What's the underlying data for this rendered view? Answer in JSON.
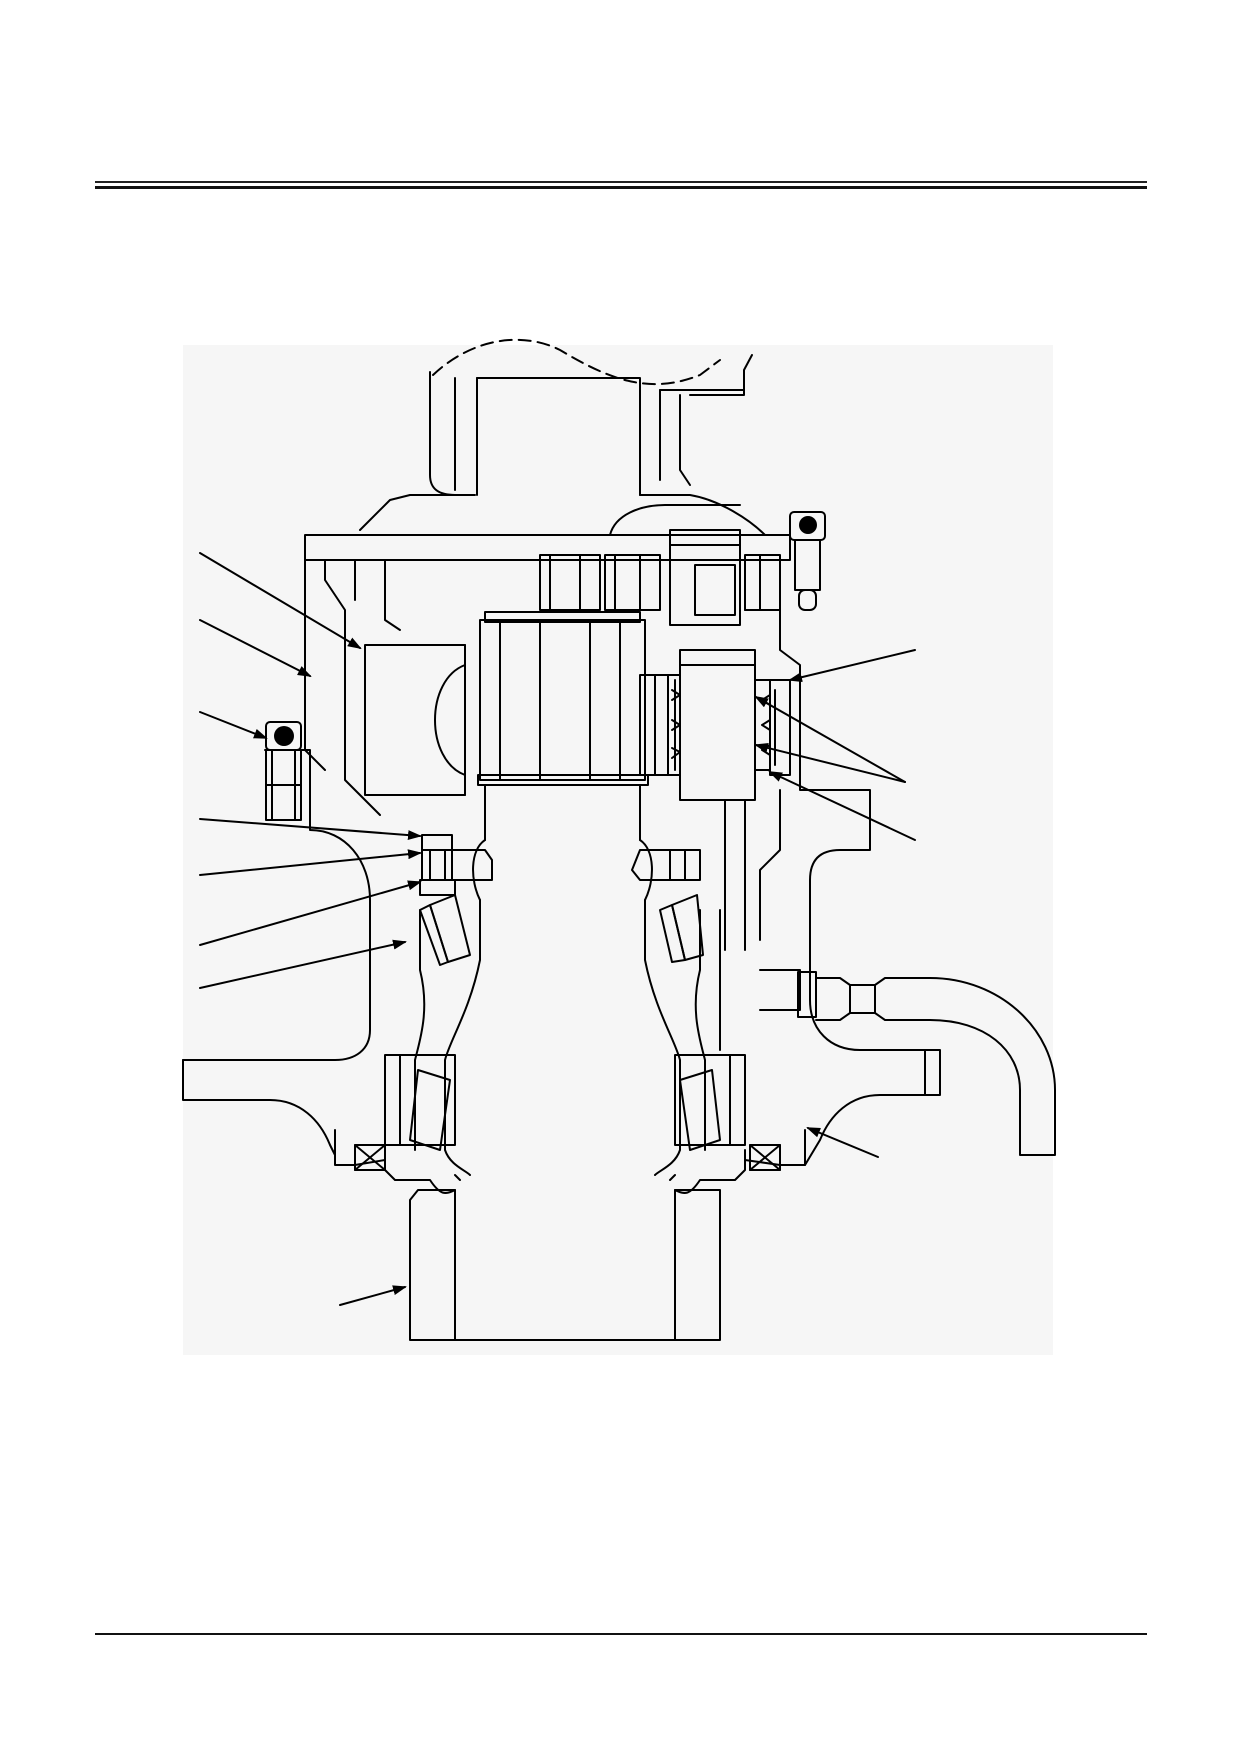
{
  "document": {
    "type": "technical-cross-section",
    "stroke_color": "#000000",
    "background_color": "#ffffff",
    "panel_color": "#f7f7f7"
  },
  "diagram": {
    "leader_count_left": 8,
    "leader_count_right": 4,
    "leader_count_bottom": 2
  }
}
